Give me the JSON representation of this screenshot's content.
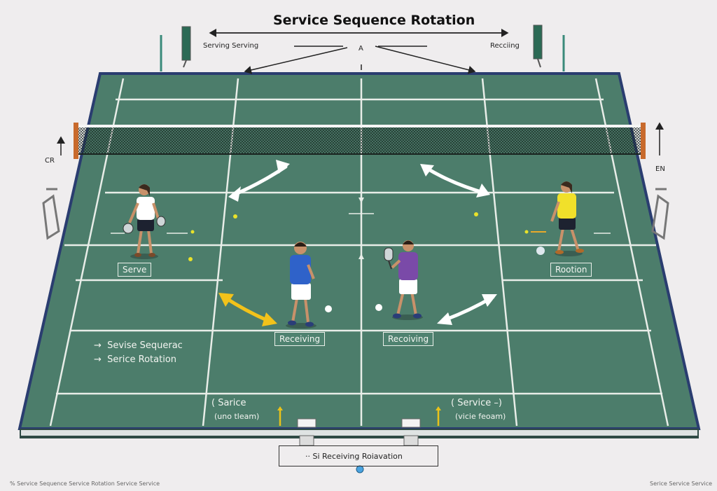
{
  "title": "Service Sequence Rotation",
  "top": {
    "left_label": "Serving Serving",
    "center_label": "A",
    "right_label": "Recciing"
  },
  "side": {
    "left_label": "CR",
    "right_label": "EN"
  },
  "court_tags": {
    "serve": "Serve",
    "rotation": "Rootion",
    "receiving_left": "Receiving",
    "receiving_right": "Recoiving"
  },
  "legend": {
    "items": [
      "Sevise Sequerac",
      "Serice Rotation"
    ],
    "arrow": "→"
  },
  "bottom": {
    "left_line1": "( Sarice",
    "left_line2": "(uno tleam)",
    "right_line1": "( Service –)",
    "right_line2": "(vicie feoam)",
    "box_prefix": "·· Si",
    "box_text": "Receiving Roiavation"
  },
  "footer": {
    "left": "% Service Sequence Service Rotation Service Service",
    "right": "Serice Service Service"
  },
  "players": [
    {
      "name": "player-left-white",
      "shirt": "#ffffff",
      "shorts": "#1d2230"
    },
    {
      "name": "player-blue",
      "shirt": "#2f62c9",
      "shorts": "#ffffff"
    },
    {
      "name": "player-purple",
      "shirt": "#7a4aa8",
      "shorts": "#ffffff"
    },
    {
      "name": "player-right-yellow",
      "shirt": "#f1e02a",
      "shorts": "#1d2230"
    }
  ],
  "colors": {
    "court": "#4c7d6b",
    "court_border": "#2a3d70",
    "lines": "#e8ede8",
    "highlight_arrow": "#f2c21a"
  }
}
